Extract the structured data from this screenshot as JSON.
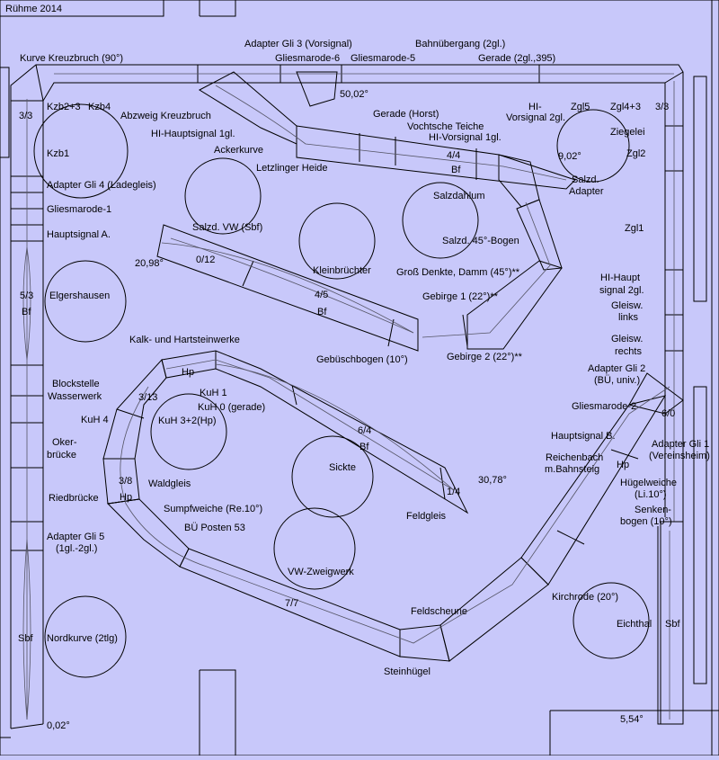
{
  "title": "Rühme 2014",
  "colors": {
    "background": "#c8c8fa",
    "line": "#000000",
    "track": "#555566"
  },
  "labels": {
    "kurve_kreuzbruch": "Kurve Kreuzbruch (90°)",
    "adapter_gli3": "Adapter Gli 3 (Vorsignal)",
    "gliesmarode6": "Gliesmarode-6",
    "gliesmarode5": "Gliesmarode-5",
    "bahnuebergang": "Bahnübergang (2gl.)",
    "gerade_395": "Gerade (2gl.,395)",
    "angle_50": "50,02°",
    "kzb23": "Kzb2+3",
    "kzb4": "Kzb4",
    "abzweig": "Abzweig Kreuzbruch",
    "gerade_horst": "Gerade (Horst)",
    "vochtsche": "Vochtsche Teiche",
    "hi_vorsignal": "HI-Vorsignal 1gl.",
    "hi_vorsignal2_a": "HI-",
    "hi_vorsignal2_b": "Vorsignal 2gl.",
    "zgl5": "Zgl5",
    "zgl43": "Zgl4+3",
    "three3_right": "3/3",
    "three3_left": "3/3",
    "kzb1": "Kzb1",
    "hi_haupt1": "HI-Hauptsignal 1gl.",
    "ackerkurve": "Ackerkurve",
    "letzlinger": "Letzlinger Heide",
    "four4": "4/4",
    "bf_top": "Bf",
    "angle_9": "9,02°",
    "ziegelei": "Ziegelei",
    "zgl2": "Zgl2",
    "salzd_adapter_a": "Salzd.",
    "salzd_adapter_b": "Adapter",
    "adapter_gli4": "Adapter Gli 4 (Ladegleis)",
    "salzdahlum": "Salzdahlum",
    "gliesmarode1": "Gliesmarode-1",
    "salzd_vw": "Salzd. VW (Sbf)",
    "hauptsignal_a": "Hauptsignal A.",
    "salzd45": "Salzd. 45°-Bogen",
    "zgl1": "Zgl1",
    "angle_20": "20,98°",
    "zero12": "0/12",
    "kleinbruechter": "Kleinbrüchter",
    "gross_denkte": "Groß Denkte, Damm (45°)**",
    "five3": "5/3",
    "bf_left": "Bf",
    "elgershausen": "Elgershausen",
    "four5": "4/5",
    "bf_mid": "Bf",
    "gebirge1": "Gebirge 1 (22°)**",
    "hi_haupt2_a": "HI-Haupt",
    "hi_haupt2_b": "signal 2gl.",
    "gleisw_links_a": "Gleisw.",
    "gleisw_links_b": "links",
    "kalk": "Kalk- und Hartsteinwerke",
    "gleisw_rechts_a": "Gleisw.",
    "gleisw_rechts_b": "rechts",
    "gebuesch": "Gebüschbogen (10°)",
    "gebirge2": "Gebirge 2 (22°)**",
    "adapter_gli2_a": "Adapter Gli 2",
    "adapter_gli2_b": "(BÜ, univ.)",
    "hp_top": "Hp",
    "blockstelle_a": "Blockstelle",
    "blockstelle_b": "Wasserwerk",
    "three13": "3/13",
    "kuh1": "KuH 1",
    "kuh0": "KuH 0 (gerade)",
    "gliesmarode2": "Gliesmarode-2",
    "six0": "6/0",
    "kuh4": "KuH 4",
    "kuh32": "KuH 3+2(Hp)",
    "six4": "6/4",
    "bf_diag": "Bf",
    "hauptsignal_b": "Hauptsignal B.",
    "adapter_gli1_a": "Adapter Gli 1",
    "adapter_gli1_b": "(Vereinsheim)",
    "oker_a": "Oker-",
    "oker_b": "brücke",
    "reichenbach_a": "Reichenbach",
    "reichenbach_b": "m.Bahnsteig",
    "hp_right": "Hp",
    "sickte": "Sickte",
    "angle_30": "30,78°",
    "three8": "3/8",
    "waldgleis": "Waldgleis",
    "one4": "1/4",
    "huegelweiche_a": "Hügelweiche",
    "huegelweiche_b": "(Li.10°)",
    "riedbruecke": "Riedbrücke",
    "hp_left": "Hp",
    "sumpfweiche": "Sumpfweiche (Re.10°)",
    "feldgleis": "Feldgleis",
    "senken_a": "Senken-",
    "senken_b": "bogen (10°)",
    "bue53": "BÜ Posten 53",
    "adapter_gli5_a": "Adapter Gli 5",
    "adapter_gli5_b": "(1gl.-2gl.)",
    "vw_zweig": "VW-Zweigwerk",
    "kirchrode": "Kirchrode (20°)",
    "seven7": "7/7",
    "feldscheune": "Feldscheune",
    "eichthal": "Eichthal",
    "sbf_right": "Sbf",
    "sbf_left": "Sbf",
    "nordkurve": "Nordkurve (2tlg)",
    "steinhuegel": "Steinhügel",
    "angle_5": "5,54°",
    "angle_0": "0,02°"
  }
}
